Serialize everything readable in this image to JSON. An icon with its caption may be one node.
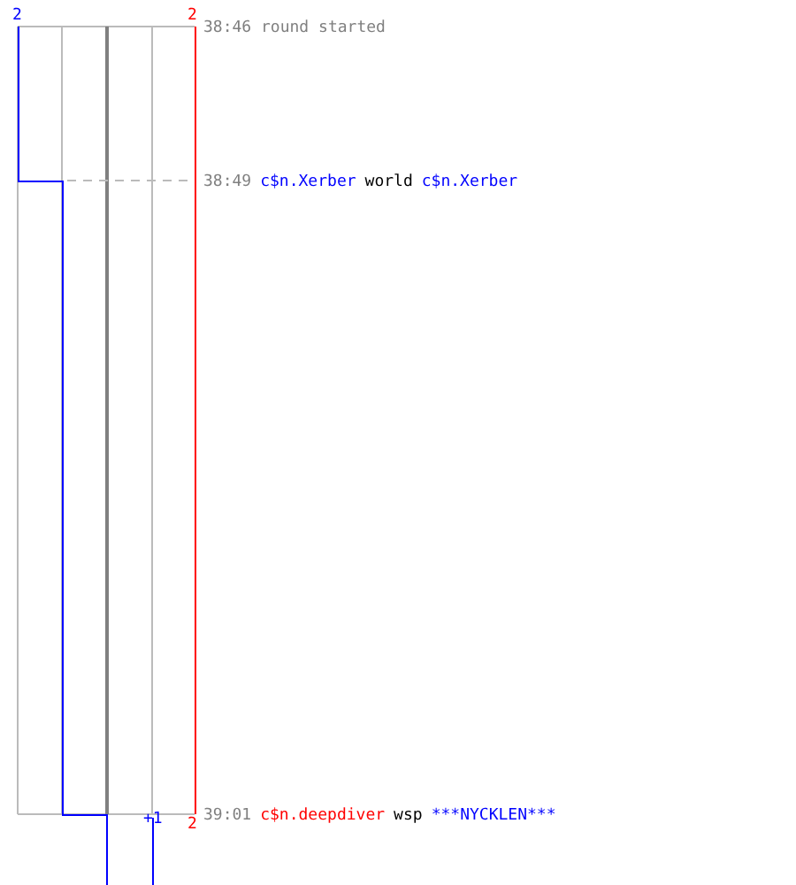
{
  "diagram": {
    "labels": [
      "2",
      "2",
      "38:46 round started",
      "38:49",
      "c$n.Xerber",
      "world",
      "c$n.Xerber",
      "+1",
      "2",
      "39:01",
      "c$n.deepdiver",
      "wsp",
      "***NYCKLEN***"
    ]
  }
}
